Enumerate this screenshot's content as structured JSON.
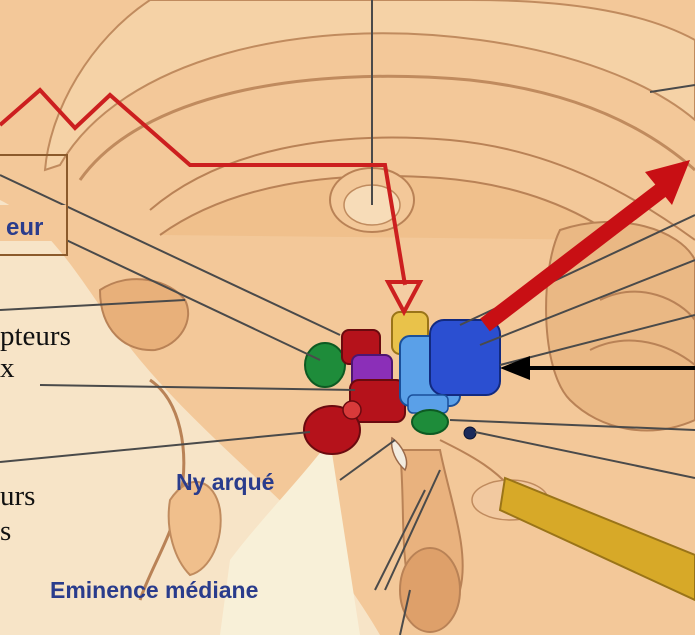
{
  "labels": {
    "eur": "eur",
    "pteurs": "pteurs",
    "x": "x",
    "urs": "urs",
    "s": "s",
    "ny_arque": "Ny arqué",
    "eminence_mediane": "Eminence médiane"
  },
  "colors": {
    "skin_light": "#f6d3a8",
    "skin_mid": "#eab884",
    "skin_dark": "#c98e5c",
    "outline": "#b98256",
    "red_zigzag": "#cc1f1f",
    "red_arrow": "#c80f14",
    "black_arrow": "#000000",
    "leader_lines": "#4a4a4a",
    "label_blue": "#2a3c8c",
    "nucleus_blue": "#2b4fd1",
    "nucleus_light_blue": "#5aa0e8",
    "nucleus_red": "#b5121b",
    "nucleus_green": "#1e8c3a",
    "nucleus_purple": "#8b2fb8",
    "nucleus_yellow": "#e9c24a",
    "nerve_yellow": "#d7a928"
  }
}
